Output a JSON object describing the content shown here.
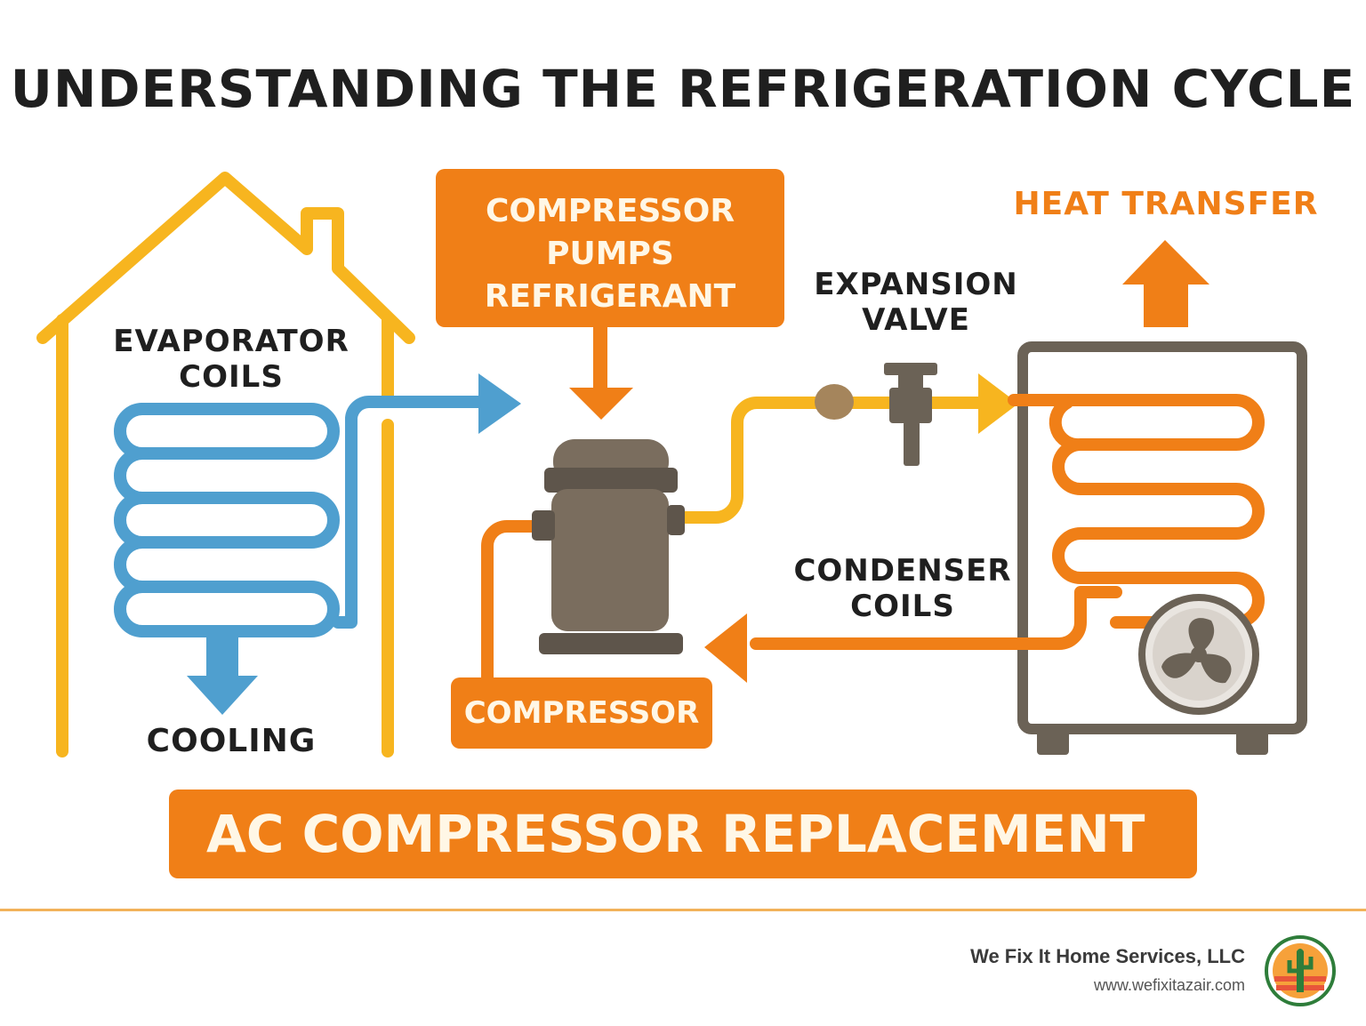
{
  "title": "UNDERSTANDING THE REFRIGERATION CYCLE",
  "labels": {
    "evaporator": [
      "EVAPORATOR",
      "COILS"
    ],
    "cooling": "COOLING",
    "compressor_pumps": [
      "COMPRESSOR",
      "PUMPS",
      "REFRIGERANT"
    ],
    "compressor": "COMPRESSOR",
    "expansion_valve": [
      "EXPANSION",
      "VALVE"
    ],
    "heat_transfer": "HEAT TRANSFER",
    "condenser": [
      "CONDENSER",
      "COILS"
    ]
  },
  "banner": "AC COMPRESSOR REPLACEMENT",
  "footer": {
    "company": "We Fix It Home Services, LLC",
    "website": "www.wefixitazair.com"
  },
  "colors": {
    "house": "#f7b51f",
    "evaporator_line": "#4f9fcf",
    "orange": "#f07f17",
    "yellow_line": "#f7b51f",
    "machine": "#6b6256",
    "heat_text": "#f07f17"
  },
  "icons": [
    "house-icon",
    "compressor-icon",
    "expansion-valve-icon",
    "condenser-unit-icon",
    "fan-icon",
    "logo-icon"
  ]
}
